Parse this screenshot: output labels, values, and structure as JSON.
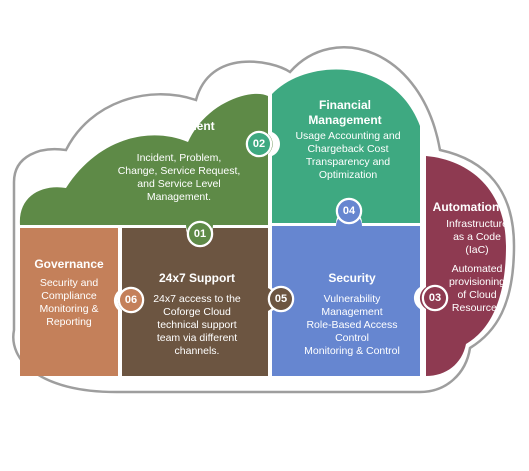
{
  "pieces": {
    "service_management": {
      "number": "01",
      "title_line1": "Service",
      "title_line2": "Management",
      "desc_lines": [
        "Incident, Problem,",
        "Change, Service Request,",
        "and Service Level",
        "Management."
      ],
      "color": "#5e8a47"
    },
    "financial_management": {
      "number": "02",
      "title_line1": "Financial",
      "title_line2": "Management",
      "desc_lines": [
        "Usage Accounting and",
        "Chargeback Cost",
        "Transparency and",
        "Optimization"
      ],
      "color": "#3ea981"
    },
    "automation": {
      "number": "03",
      "title": "Automation",
      "desc_lines": [
        "Infrastructure",
        "as a Code (IaC)",
        "",
        "Automated",
        "provisioning",
        "of Cloud",
        "Resources"
      ],
      "color": "#8e3a51"
    },
    "security": {
      "number": "04",
      "title": "Security",
      "desc_lines": [
        "Vulnerability",
        "Management",
        "Role-Based Access",
        "Control",
        "Monitoring & Control"
      ],
      "color": "#6686d0"
    },
    "support": {
      "number": "05",
      "title": "24x7 Support",
      "desc_lines": [
        "24x7 access to the",
        "Coforge Cloud",
        "technical support",
        "team via different",
        "channels."
      ],
      "color": "#6c5541"
    },
    "governance": {
      "number": "06",
      "title": "Governance",
      "desc_lines": [
        "Security and",
        "Compliance",
        "Monitoring &",
        "Reporting"
      ],
      "color": "#c4805a"
    }
  },
  "outline_color": "#9e9e9e"
}
